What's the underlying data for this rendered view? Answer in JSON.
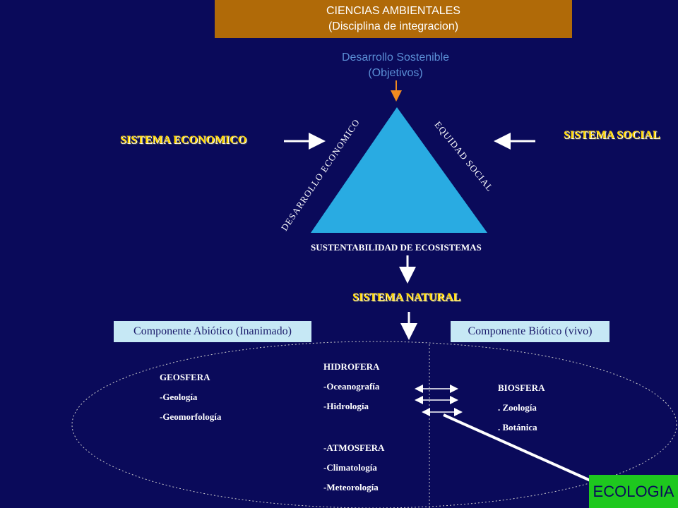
{
  "header": {
    "line1": "CIENCIAS AMBIENTALES",
    "line2": "(Disciplina de integracion)"
  },
  "goal": {
    "line1": "Desarrollo Sostenible",
    "line2": "(Objetivos)"
  },
  "systems": {
    "economic": "SISTEMA ECONOMICO",
    "social": "SISTEMA SOCIAL",
    "natural": "SISTEMA NATURAL"
  },
  "triangle": {
    "left_side": "DESARROLLO ECONOMICO",
    "right_side": "EQUIDAD SOCIAL",
    "base": "SUSTENTABILIDAD DE ECOSISTEMAS"
  },
  "components": {
    "abiotic": "Componente Abiótico (Inanimado)",
    "biotic": "Componente Biótico (vivo)"
  },
  "geosfera": {
    "title": "GEOSFERA",
    "items": [
      "-Geología",
      "-Geomorfología"
    ]
  },
  "hidrofera": {
    "title": "HIDROFERA",
    "items": [
      "-Oceanografía",
      "-Hidrología"
    ]
  },
  "atmosfera": {
    "title": "-ATMOSFERA",
    "items": [
      "-Climatología",
      "-Meteorología"
    ]
  },
  "biosfera": {
    "title": "BIOSFERA",
    "items": [
      ". Zoología",
      ". Botánica"
    ]
  },
  "ecologia": "ECOLOGIA",
  "colors": {
    "background": "#0a0a5a",
    "header": "#b06a08",
    "accent_yellow": "#ffd700",
    "ecologia": "#1ec81e",
    "component_box": "#c6e8f5",
    "goal_text": "#5b8fd6",
    "goal_arrow": "#f08a20"
  }
}
